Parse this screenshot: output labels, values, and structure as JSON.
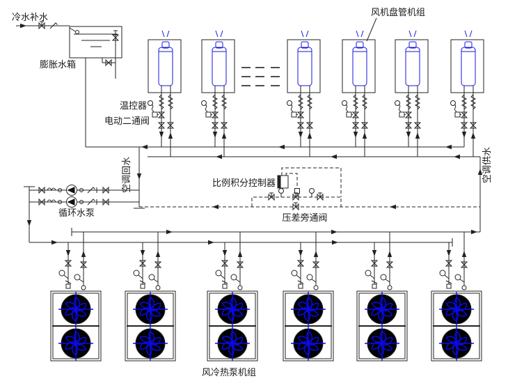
{
  "diagram": {
    "title_domain": "hvac-piping-schematic",
    "labels": {
      "cold_water_makeup": "冷水补水",
      "expansion_tank": "膨胀水箱",
      "fan_coil_unit": "风机盘管机组",
      "thermostat": "温控器",
      "motorized_two_way_valve": "电动二通阀",
      "ac_return_water": "空调回水",
      "ac_supply_water": "空调供水",
      "circulation_pump": "循环水泵",
      "pi_controller": "比例积分控制器",
      "pressure_diff_bypass_valve": "压差旁通阀",
      "air_cooled_heat_pump": "风冷热泵机组"
    },
    "counts": {
      "fan_coil_units": 6,
      "heat_pump_units": 6,
      "circulation_pumps": 2
    },
    "colors": {
      "line": "#222222",
      "equipment_blue": "#1414dd",
      "fan_blade_blue": "#0a0aee",
      "fan_hub": "#000000",
      "background": "#ffffff"
    }
  }
}
